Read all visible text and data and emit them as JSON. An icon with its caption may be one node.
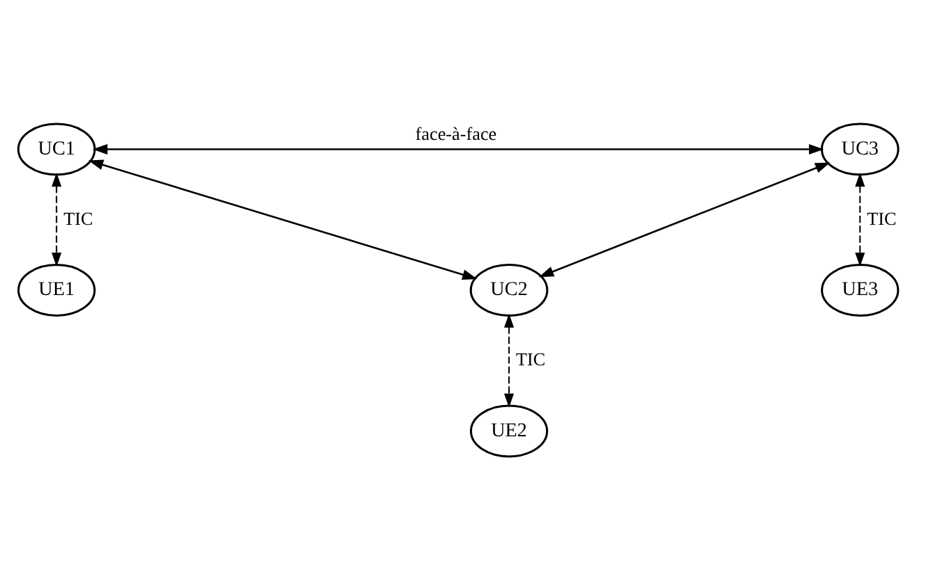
{
  "diagram": {
    "nodes": [
      {
        "text": [
          "UC1"
        ]
      },
      {
        "text": [
          "UC3"
        ]
      },
      {
        "text": [
          "UC2"
        ]
      },
      {
        "text": [
          "UE1"
        ]
      },
      {
        "text": [
          "UE3"
        ]
      },
      {
        "text": [
          "UE2"
        ]
      }
    ],
    "edges": [
      {
        "from": 0,
        "to": 1,
        "arrow": "both",
        "label": "face-à-face"
      },
      {
        "from": 0,
        "to": 2,
        "arrow": "both"
      },
      {
        "from": 1,
        "to": 2,
        "arrow": "both"
      },
      {
        "from": 0,
        "to": 3,
        "arrow": "both",
        "style": "dashed",
        "label": "TIC"
      },
      {
        "from": 2,
        "to": 5,
        "arrow": "both",
        "style": "dashed",
        "label": "TIC"
      },
      {
        "from": 1,
        "to": 4,
        "arrow": "both",
        "style": "dashed",
        "label": "TIC"
      }
    ]
  }
}
